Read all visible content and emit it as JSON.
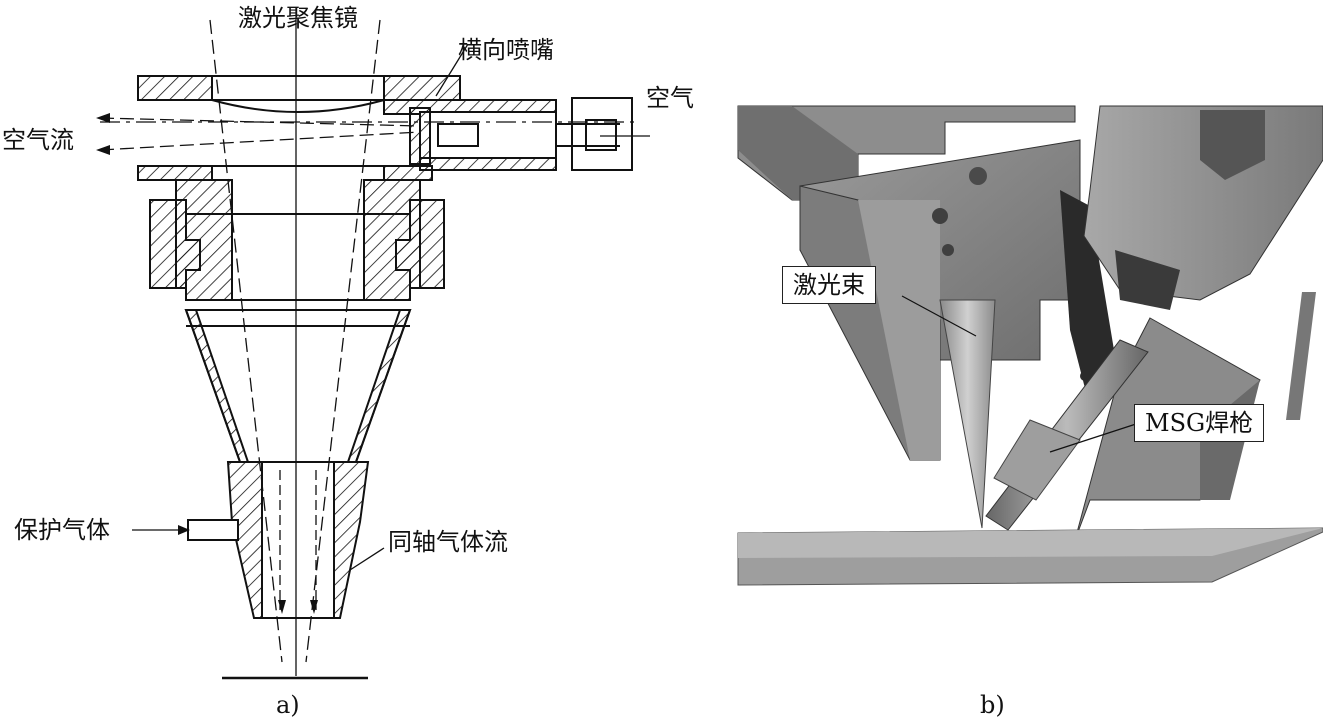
{
  "panel_a": {
    "caption": "a)",
    "labels": {
      "focusing_lens": "激光聚焦镜",
      "transverse_nozzle": "横向喷嘴",
      "air": "空气",
      "air_flow": "空气流",
      "shielding_gas": "保护气体",
      "coaxial_gas_flow": "同轴气体流"
    }
  },
  "panel_b": {
    "caption": "b)",
    "labels": {
      "laser_beam": "激光束",
      "msg_torch": "MSG焊枪"
    }
  }
}
